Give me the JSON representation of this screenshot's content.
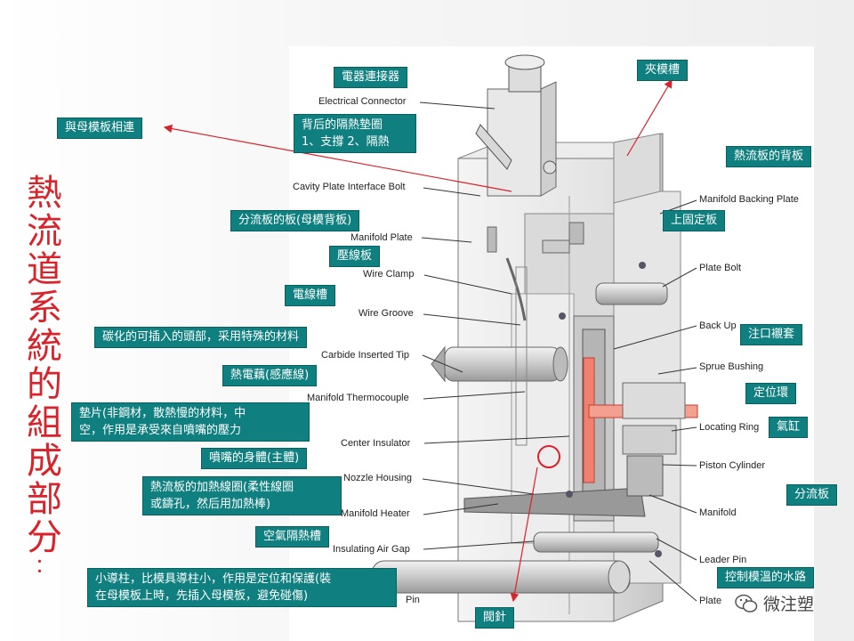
{
  "title_vertical": [
    "熱",
    "流",
    "道",
    "系",
    "統",
    "的",
    "組",
    "成",
    "部",
    "分",
    "："
  ],
  "english_labels": {
    "electrical_connector": "Electrical Connector",
    "cavity_plate_interface_bolt": "Cavity Plate Interface Bolt",
    "manifold_backing_plate": "Manifold Backing Plate",
    "manifold_plate": "Manifold Plate",
    "plate_bolt": "Plate Bolt",
    "wire_clamp": "Wire Clamp",
    "wire_groove": "Wire Groove",
    "back_up": "Back Up",
    "carbide_inserted_tip": "Carbide Inserted Tip",
    "sprue_bushing": "Sprue Bushing",
    "manifold_thermocouple": "Manifold Thermocouple",
    "locating_ring": "Locating Ring",
    "center_insulator": "Center Insulator",
    "piston_cylinder": "Piston Cylinder",
    "nozzle_housing": "Nozzle Housing",
    "manifold": "Manifold",
    "manifold_heater": "Manifold Heater",
    "insulating_air_gap": "Insulating Air Gap",
    "leader_pin": "Leader Pin",
    "pin": "Pin",
    "plate": "Plate"
  },
  "chinese_labels": {
    "electrical_connector": "電器連接器",
    "clamp_slot": "夾模槽",
    "connect_to_cavity_plate": "與母模板相連",
    "back_insulation_pad": [
      "背后的隔熱墊圈",
      "1、支撐 2、隔熱"
    ],
    "manifold_backing_plate": "熱流板的背板",
    "manifold_plate": "分流板的板(母模背板)",
    "top_clamp_plate": "上固定板",
    "wire_clamp": "壓線板",
    "wire_groove": "電線槽",
    "carbide_tip": "碳化的可插入的頭部，采用特殊的材料",
    "sprue_bushing": "注口襯套",
    "thermocouple": "熱電藕(感應線)",
    "locating_ring": "定位環",
    "pad": [
      "墊片(非鋼材，散熱慢的材料，中",
      "空，作用是承受來自噴嘴的壓力"
    ],
    "cylinder": "氣缸",
    "nozzle_body": "噴嘴的身體(主體)",
    "manifold_heater": [
      "熱流板的加熱線圈(柔性線圈",
      "或鑄孔，然后用加熱棒)"
    ],
    "manifold": "分流板",
    "air_gap": "空氣隔熱槽",
    "leader_pin": [
      "小導柱，比模具導柱小，作用是定位和保護(裝",
      "在母模板上時，先插入母模板，避免碰傷)"
    ],
    "water_line": "控制模溫的水路",
    "valve_pin": "閥針"
  },
  "watermark": "微注塑",
  "colors": {
    "label_bg": "#0f7f7f",
    "title": "#d8232a",
    "arrow": "#d8232a"
  }
}
